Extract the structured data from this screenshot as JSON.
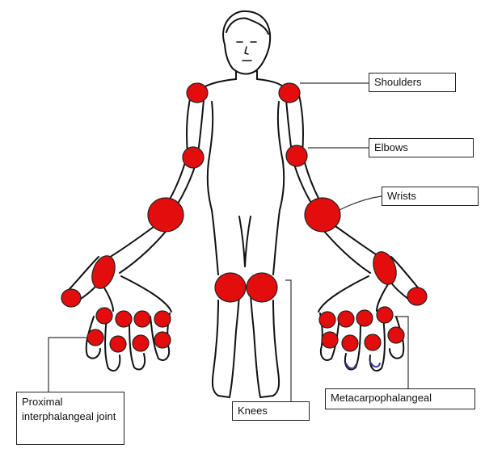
{
  "labels": {
    "shoulders": "Shoulders",
    "elbows": "Elbows",
    "wrists": "Wrists",
    "knees": "Knees",
    "metacarpophalangeal": "Metacarpophalangeal",
    "pip": "Proximal interphalangeal joint"
  },
  "colors": {
    "joint_fill": "#e30d0d",
    "outline": "#111111",
    "leader": "#333333"
  }
}
